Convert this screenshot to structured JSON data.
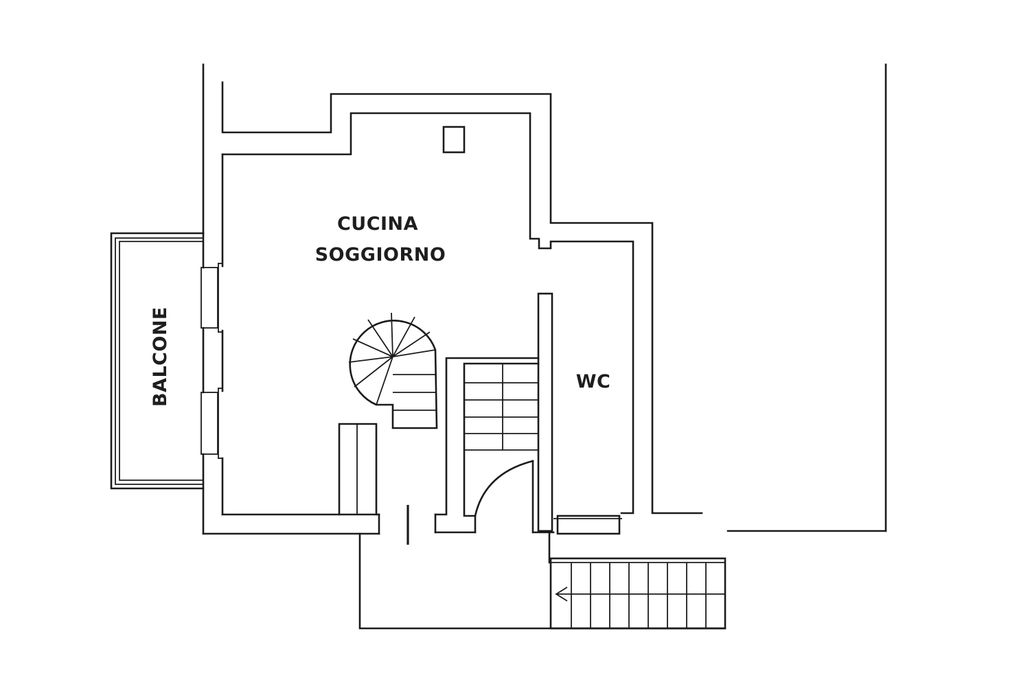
{
  "rooms": {
    "living": {
      "line1": "CUCINA",
      "line2": "SOGGIORNO"
    },
    "wc": "WC",
    "balcony": "BALCONE"
  },
  "colors": {
    "line": "#1b1b1b",
    "background": "#ffffff"
  }
}
